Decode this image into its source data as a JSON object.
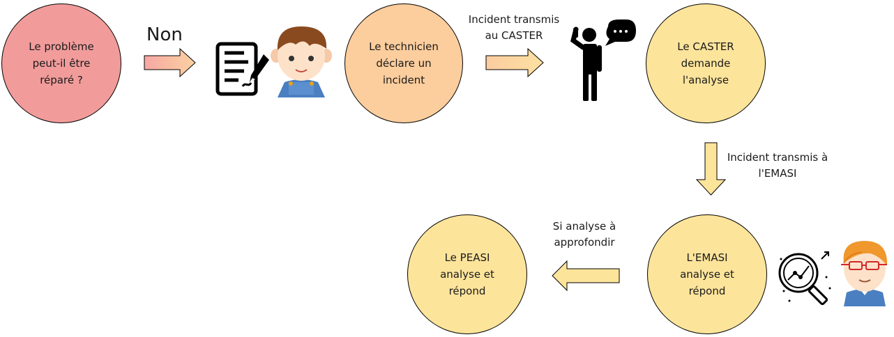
{
  "nodes": {
    "repair_question": "Le problème peut-il être réparé ?",
    "technician_declares": "Le technicien déclare un incident",
    "caster_requests": "Le CASTER demande l'analyse",
    "emasi_analyses": "L'EMASI analyse et répond",
    "peasi_analyses": "Le PEASI analyse et répond"
  },
  "edges": {
    "non": "Non",
    "to_caster": "Incident transmis au CASTER",
    "to_emasi": "Incident transmis à l'EMASI",
    "deeper_analysis": "Si analyse à approfondir"
  },
  "icons": [
    "document-edit-icon",
    "technician-avatar-icon",
    "phone-call-person-icon",
    "analysis-magnifier-icon",
    "analyst-avatar-icon"
  ],
  "colors": {
    "question": "#f19c9b",
    "technician": "#fccd9d",
    "caster_emasi_peasi": "#fde49b",
    "arrow_orange": "#f9c59c",
    "arrow_yellow": "#fde49b"
  }
}
